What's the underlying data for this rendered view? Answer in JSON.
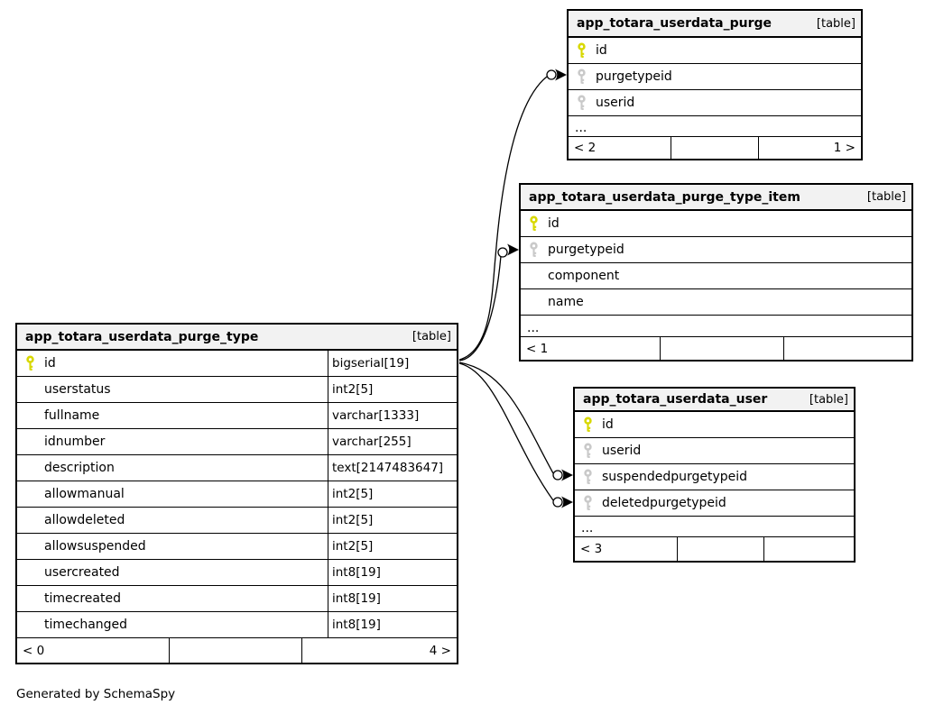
{
  "diagram": {
    "generated_by": "Generated by SchemaSpy",
    "colors": {
      "background": "#ffffff",
      "header_bg": "#f2f2f2",
      "border": "#000000",
      "primary_key": "#d8d800",
      "foreign_key": "#c9c9c9"
    },
    "icons": {
      "primary_key": "key-icon-yellow",
      "foreign_key": "key-icon-gray"
    },
    "tables": [
      {
        "name": "app_totara_userdata_purge_type",
        "tag": "[table]",
        "columns": [
          {
            "name": "id",
            "type": "bigserial[19]",
            "key": "pk"
          },
          {
            "name": "userstatus",
            "type": "int2[5]",
            "key": ""
          },
          {
            "name": "fullname",
            "type": "varchar[1333]",
            "key": ""
          },
          {
            "name": "idnumber",
            "type": "varchar[255]",
            "key": ""
          },
          {
            "name": "description",
            "type": "text[2147483647]",
            "key": ""
          },
          {
            "name": "allowmanual",
            "type": "int2[5]",
            "key": ""
          },
          {
            "name": "allowdeleted",
            "type": "int2[5]",
            "key": ""
          },
          {
            "name": "allowsuspended",
            "type": "int2[5]",
            "key": ""
          },
          {
            "name": "usercreated",
            "type": "int8[19]",
            "key": ""
          },
          {
            "name": "timecreated",
            "type": "int8[19]",
            "key": ""
          },
          {
            "name": "timechanged",
            "type": "int8[19]",
            "key": ""
          }
        ],
        "ellipsis": null,
        "footer": {
          "left": "< 0",
          "center": "",
          "right": "4 >"
        }
      },
      {
        "name": "app_totara_userdata_purge",
        "tag": "[table]",
        "columns": [
          {
            "name": "id",
            "type": "",
            "key": "pk"
          },
          {
            "name": "purgetypeid",
            "type": "",
            "key": "fk"
          },
          {
            "name": "userid",
            "type": "",
            "key": "fk"
          }
        ],
        "ellipsis": "...",
        "footer": {
          "left": "< 2",
          "center": "",
          "right": "1 >"
        }
      },
      {
        "name": "app_totara_userdata_purge_type_item",
        "tag": "[table]",
        "columns": [
          {
            "name": "id",
            "type": "",
            "key": "pk"
          },
          {
            "name": "purgetypeid",
            "type": "",
            "key": "fk"
          },
          {
            "name": "component",
            "type": "",
            "key": ""
          },
          {
            "name": "name",
            "type": "",
            "key": ""
          }
        ],
        "ellipsis": "...",
        "footer": {
          "left": "< 1",
          "center": "",
          "right": ""
        }
      },
      {
        "name": "app_totara_userdata_user",
        "tag": "[table]",
        "columns": [
          {
            "name": "id",
            "type": "",
            "key": "pk"
          },
          {
            "name": "userid",
            "type": "",
            "key": "fk"
          },
          {
            "name": "suspendedpurgetypeid",
            "type": "",
            "key": "fk"
          },
          {
            "name": "deletedpurgetypeid",
            "type": "",
            "key": "fk"
          }
        ],
        "ellipsis": "...",
        "footer": {
          "left": "< 3",
          "center": "",
          "right": ""
        }
      }
    ],
    "relations": [
      {
        "from": "app_totara_userdata_purge_type.id",
        "to": "app_totara_userdata_purge.purgetypeid"
      },
      {
        "from": "app_totara_userdata_purge_type.id",
        "to": "app_totara_userdata_purge_type_item.purgetypeid"
      },
      {
        "from": "app_totara_userdata_purge_type.id",
        "to": "app_totara_userdata_user.suspendedpurgetypeid"
      },
      {
        "from": "app_totara_userdata_purge_type.id",
        "to": "app_totara_userdata_user.deletedpurgetypeid"
      }
    ]
  }
}
